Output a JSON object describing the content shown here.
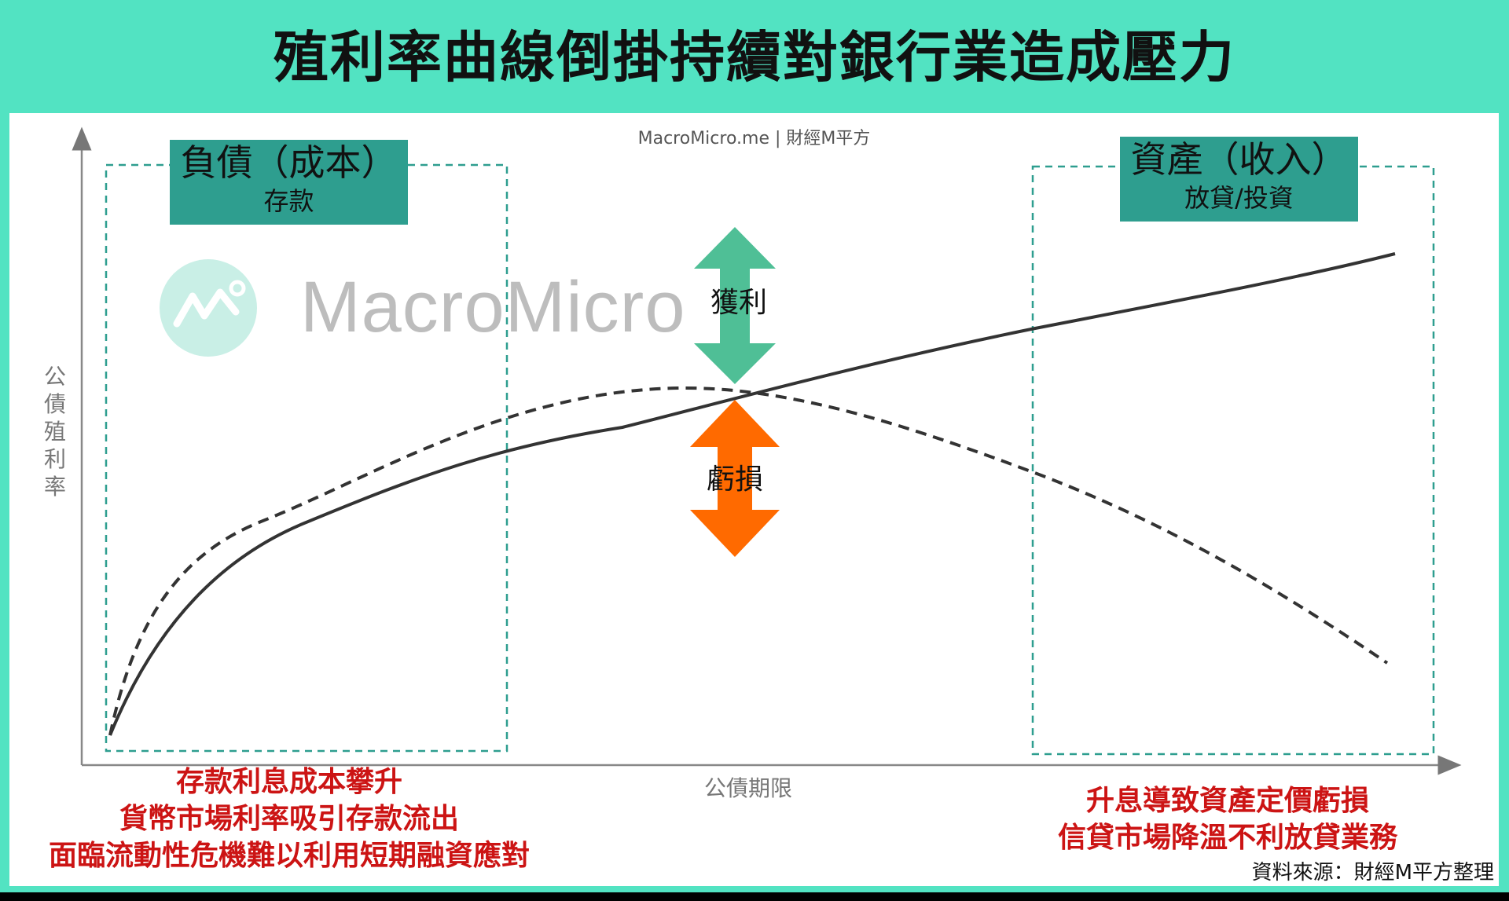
{
  "title": "殖利率曲線倒掛持續對銀行業造成壓力",
  "source_top": "MacroMicro.me | 財經M平方",
  "watermark": "MacroMicro",
  "left_box": {
    "main": "負債（成本）",
    "sub": "存款"
  },
  "right_box": {
    "main": "資產（收入）",
    "sub": "放貸/投資"
  },
  "y_axis_label": "公\n債\n殖\n利\n率",
  "x_axis_label": "公債期限",
  "profit_label": "獲利",
  "loss_label": "虧損",
  "left_notes": [
    "存款利息成本攀升",
    "貨幣市場利率吸引存款流出",
    "面臨流動性危機難以利用短期融資應對"
  ],
  "right_notes": [
    "升息導致資產定價虧損",
    "信貸市場降溫不利放貸業務"
  ],
  "footer_source": "資料來源：財經M平方整理",
  "colors": {
    "frame": "#52e3c2",
    "box": "#2e9e8f",
    "profit_arrow": "#4fbf96",
    "loss_arrow": "#ff6a00",
    "note_red": "#cc1414",
    "dashed_box": "#2e9e8f"
  },
  "icons": [
    "macromicro-logo-icon"
  ]
}
